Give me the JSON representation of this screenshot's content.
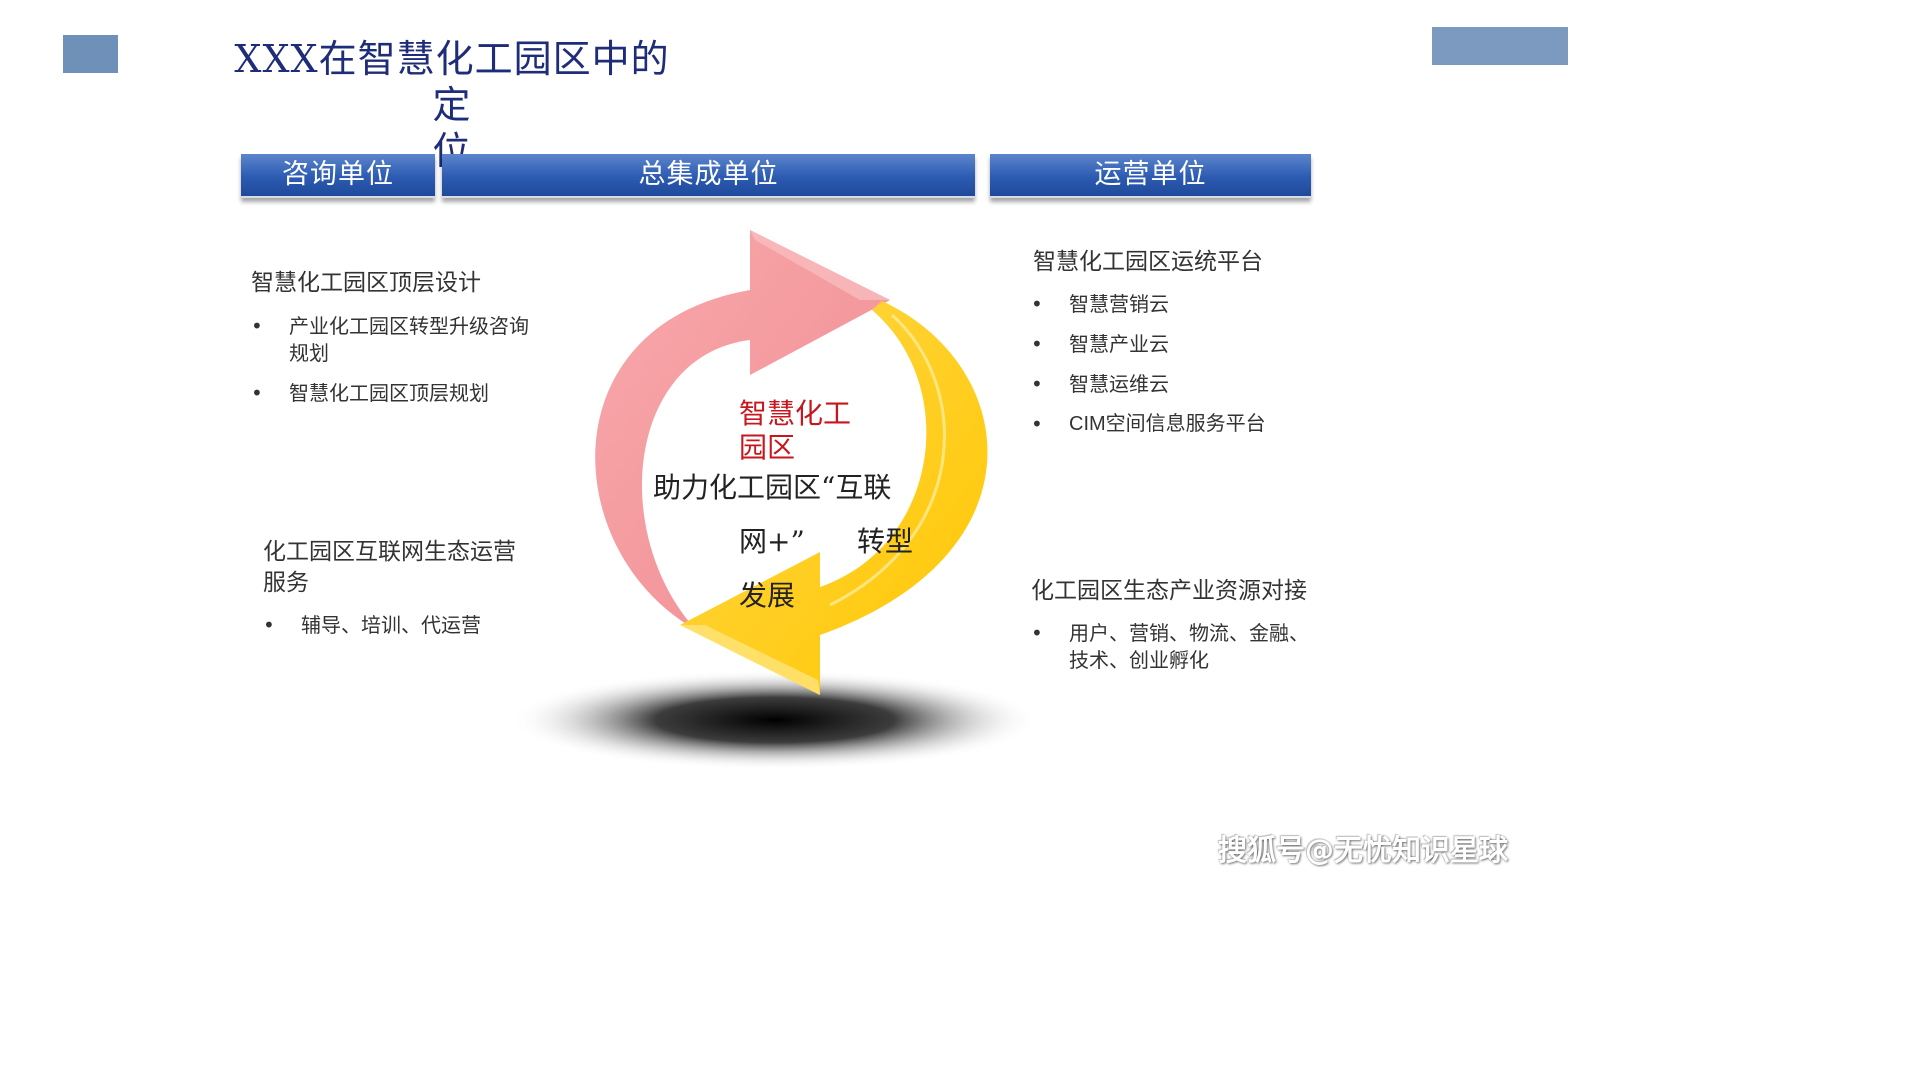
{
  "slide": {
    "title_line1": "XXX在智慧化工园区中的定",
    "title_line2": "位"
  },
  "tabs": [
    {
      "label": "咨询单位"
    },
    {
      "label": "总集成单位"
    },
    {
      "label": "运营单位"
    }
  ],
  "top_left": {
    "heading": "智慧化工园区顶层设计",
    "items": [
      {
        "line1": "产业化工园区转型升级咨询",
        "line2": "规划"
      },
      {
        "line1": "智慧化工园区顶层规划",
        "line2": ""
      }
    ]
  },
  "bottom_left": {
    "heading_line1": "化工园区互联网生态运营",
    "heading_line2": "服务",
    "items": [
      {
        "text": "辅导、培训、代运营"
      }
    ]
  },
  "top_right": {
    "heading": "智慧化工园区运统平台",
    "items": [
      {
        "text": "智慧营销云"
      },
      {
        "text": "智慧产业云"
      },
      {
        "text": "智慧运维云"
      },
      {
        "text": "CIM空间信息服务平台"
      }
    ]
  },
  "bottom_right": {
    "heading": "化工园区生态产业资源对接",
    "items": [
      {
        "line1": "用户、营销、物流、金融、",
        "line2": "技术、创业孵化"
      }
    ]
  },
  "center": {
    "red_line1": "智慧化工",
    "red_line2": "园区",
    "black_line1": "助力化工园区“互联",
    "black_line2a": "网+”",
    "black_line2b": "转型",
    "black_line3": "发展"
  },
  "bullet_symbol": "•",
  "colors": {
    "title": "#1f2c7a",
    "tab": "#2c5bb2",
    "arrow_pink": "#f4999d",
    "arrow_yellow": "#ffcc00",
    "center_red": "#c8161d",
    "decor": "#6f90b8"
  },
  "watermark": "搜狐号@无忧知识星球"
}
